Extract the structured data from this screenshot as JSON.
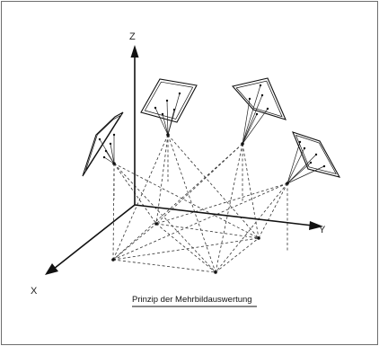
{
  "axes": {
    "x_label": "X",
    "y_label": "Y",
    "z_label": "Z"
  },
  "caption": "Prinzip der Mehrbildauswertung"
}
